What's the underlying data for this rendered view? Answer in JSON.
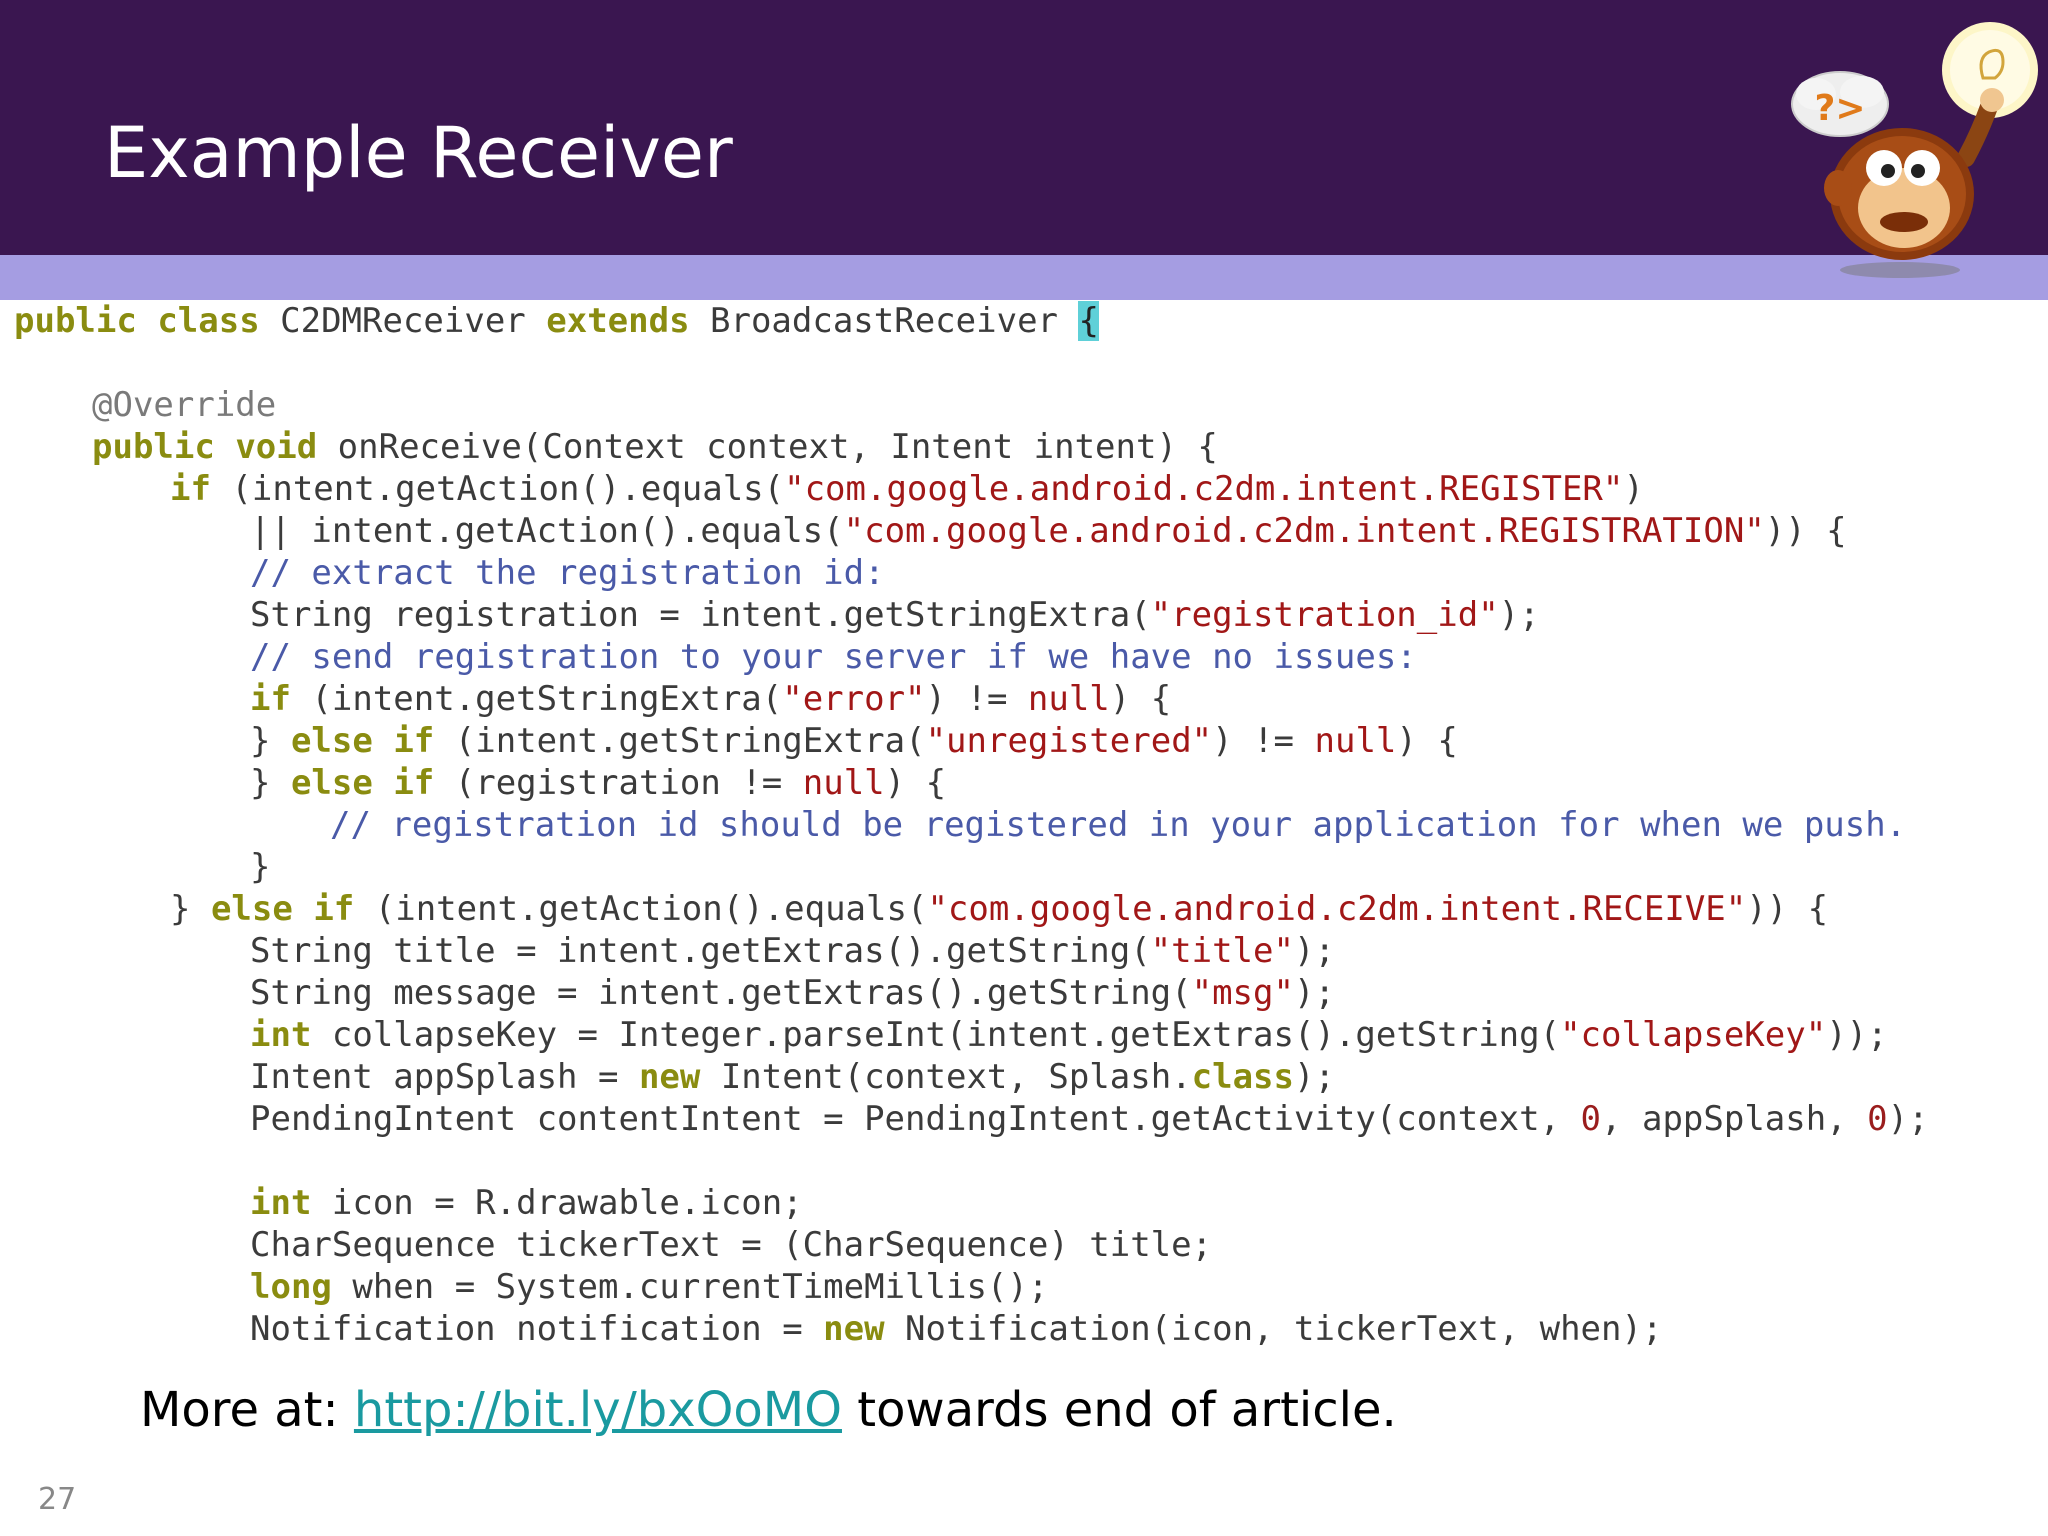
{
  "slide": {
    "title": "Example Receiver",
    "page_number": "27",
    "mascot_text": "?>"
  },
  "code_lines": [
    "public class C2DMReceiver extends BroadcastReceiver {",
    "",
    "    @Override",
    "    public void onReceive(Context context, Intent intent) {",
    "        if (intent.getAction().equals(\"com.google.android.c2dm.intent.REGISTER\")",
    "            || intent.getAction().equals(\"com.google.android.c2dm.intent.REGISTRATION\")) {",
    "            // extract the registration id:",
    "            String registration = intent.getStringExtra(\"registration_id\");",
    "            // send registration to your server if we have no issues:",
    "            if (intent.getStringExtra(\"error\") != null) {",
    "            } else if (intent.getStringExtra(\"unregistered\") != null) {",
    "            } else if (registration != null) {",
    "                // registration id should be registered in your application for when we push.",
    "            }",
    "        } else if (intent.getAction().equals(\"com.google.android.c2dm.intent.RECEIVE\")) {",
    "            String title = intent.getExtras().getString(\"title\");",
    "            String message = intent.getExtras().getString(\"msg\");",
    "            int collapseKey = Integer.parseInt(intent.getExtras().getString(\"collapseKey\"));",
    "            Intent appSplash = new Intent(context, Splash.class);",
    "            PendingIntent contentIntent = PendingIntent.getActivity(context, 0, appSplash, 0);",
    "",
    "            int icon = R.drawable.icon;",
    "            CharSequence tickerText = (CharSequence) title;",
    "            long when = System.currentTimeMillis();",
    "            Notification notification = new Notification(icon, tickerText, when);"
  ],
  "footer": {
    "prefix": "More at: ",
    "link_text": "http://bit.ly/bxOoMO",
    "suffix": " towards end of article."
  }
}
